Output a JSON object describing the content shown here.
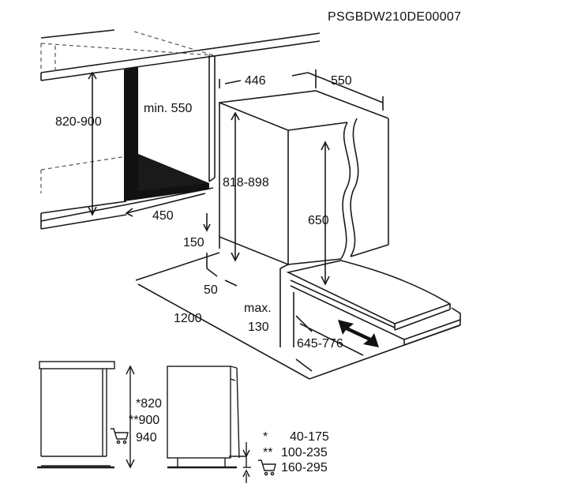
{
  "diagram": {
    "code": "PSGBDW210DE00007",
    "dimensions": {
      "niche_height": "820-900",
      "min_depth": "min. 550",
      "niche_depth": "450",
      "body_depth": "446",
      "body_width": "550",
      "appliance_height": "818-898",
      "door_height": "650",
      "plinth_height": "150",
      "plinth_offset": "50",
      "door_swing": "1200",
      "max_label": "max.",
      "max_value": "130",
      "door_travel": "645-776"
    },
    "side_view": {
      "heights": [
        "*820",
        "**900",
        "940"
      ],
      "foot_rows": [
        {
          "marker": "*",
          "range": "40-175"
        },
        {
          "marker": "**",
          "range": "100-235"
        },
        {
          "marker": "",
          "range": "160-295"
        }
      ]
    },
    "icons": [
      "cart-icon",
      "cart-icon"
    ],
    "colors": {
      "line": "#1a1a1a",
      "fill": "#111111",
      "dashed": "#555555"
    }
  }
}
